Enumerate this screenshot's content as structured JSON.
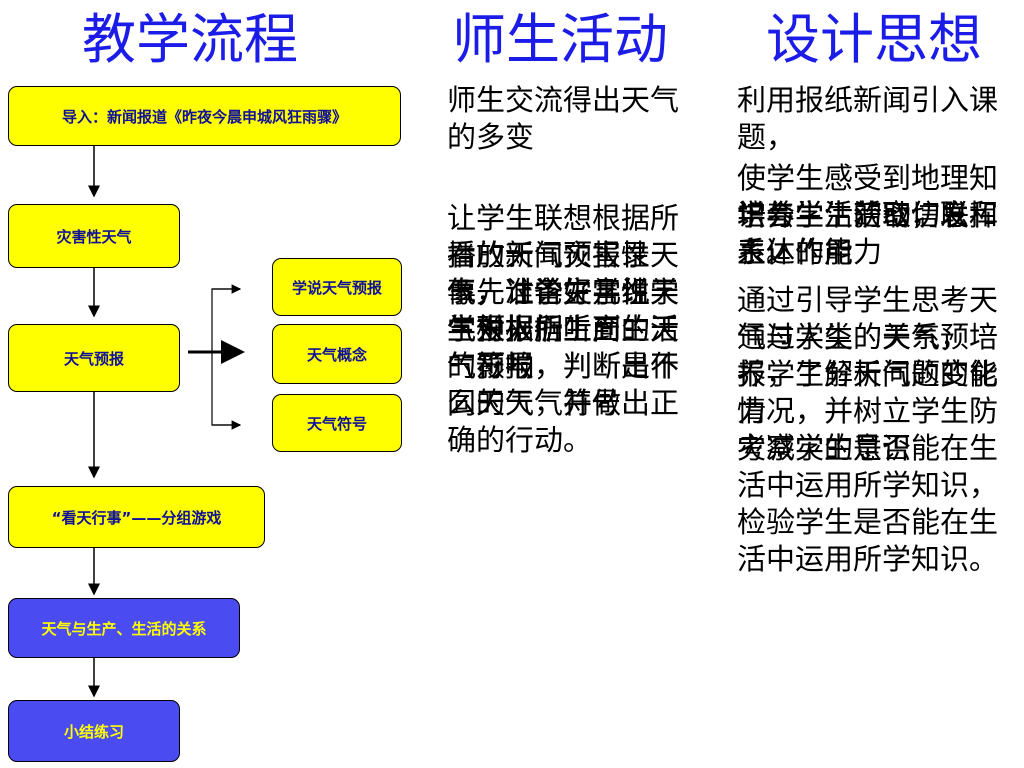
{
  "headers": {
    "flow": "教学流程",
    "activity": "师生活动",
    "design": "设计思想"
  },
  "flow_boxes": {
    "intro": "导入：新闻报道《昨夜今晨申城风狂雨骤》",
    "disaster": "灾害性天气",
    "forecast": "天气预报",
    "game": "“看天行事”——分组游戏",
    "relation": "天气与生产、生活的关系",
    "summary": "小结练习"
  },
  "branch_boxes": {
    "learn_forecast": "学说天气预报",
    "concept": "天气概念",
    "symbols": "天气符号"
  },
  "activity_texts": {
    "t1": "师生交流得出天气的多变",
    "t2_layers": [
      "让学生联想根据所看的新闻灾害性天气，讨论灾害性天气对人们生产生活的影响",
      "播放天气预报录像，让学生学说天气预报",
      "事先准备好几组学生根据所听到的天气预报，判断出不同的天气符号",
      "学生根据上面的天气符号，判断是什么天气，并做出正确的行动。"
    ]
  },
  "design_texts": {
    "d1": "利用报纸新闻引入课题，",
    "d2": "使学生感受到地理知识与生活的密切联系。",
    "d2_layers": [
      "培养学生获取信息和表达的能力",
      "学会学生活动，发挥主体作用"
    ],
    "d3_layers": [
      "通过引导学生思考天气与人类的关系，培养学生分析问题的能力",
      "通过学生的天气预报，了解天气的变化情况，并树立学生防灾减灾的意识",
      "考察学生是否能在生活中运用所学知识，检验学生是否能在生活中运用所学知识。"
    ]
  }
}
